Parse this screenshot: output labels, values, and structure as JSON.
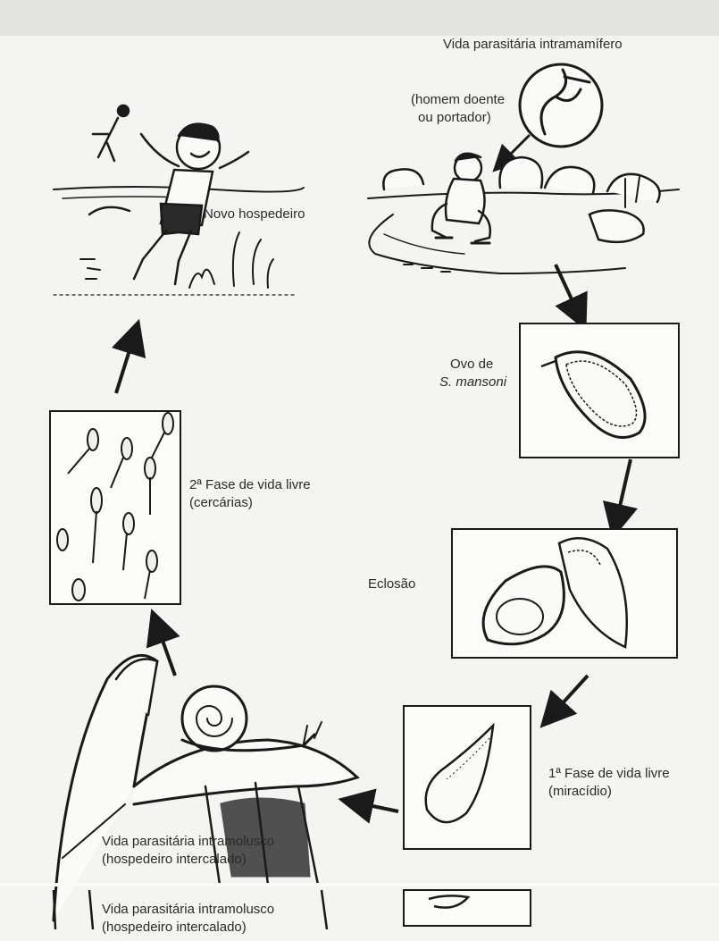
{
  "diagram": {
    "labels": {
      "intramammal_title": "Vida parasitária intramamífero",
      "sick_man_line1": "(homem doente",
      "sick_man_line2": "ou portador)",
      "new_host": "Novo hospedeiro",
      "egg_line1": "Ovo de",
      "egg_line2": "S. mansoni",
      "hatching": "Eclosão",
      "cercariae_line1": "2ª Fase de vida livre",
      "cercariae_line2": "(cercárias)",
      "miracidium_line1": "1ª Fase de vida livre",
      "miracidium_line2": "(miracídio)",
      "snail_line1": "Vida parasitária intramolusco",
      "snail_line2": "(hospedeiro intercalado)",
      "snail_dup_line1": "Vida parasitária intramolusco",
      "snail_dup_line2": "(hospedeiro intercalado)"
    }
  }
}
